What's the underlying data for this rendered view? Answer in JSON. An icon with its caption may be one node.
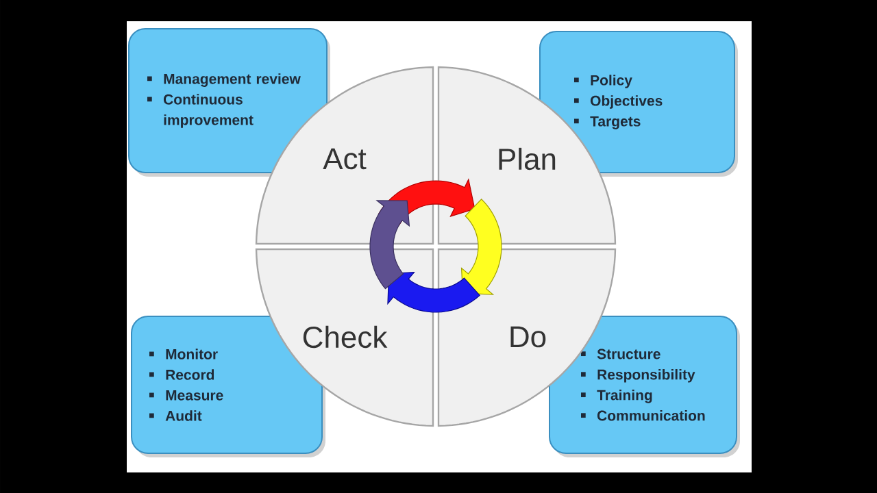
{
  "diagram": {
    "nodes": [
      {
        "text": [
          "Management review",
          "Continuous improvement"
        ]
      },
      {
        "text": [
          "Policy",
          "Objectives",
          "Targets"
        ]
      },
      {
        "text": [
          "Act"
        ]
      },
      {
        "text": [
          "Plan"
        ]
      },
      {
        "text": [
          "Check"
        ]
      },
      {
        "text": [
          "Do"
        ]
      },
      {
        "text": [
          "Monitor",
          "Record",
          "Measure",
          "Audit"
        ]
      },
      {
        "text": [
          "Structure",
          "Responsibility",
          "Training",
          "Communication"
        ]
      }
    ]
  }
}
